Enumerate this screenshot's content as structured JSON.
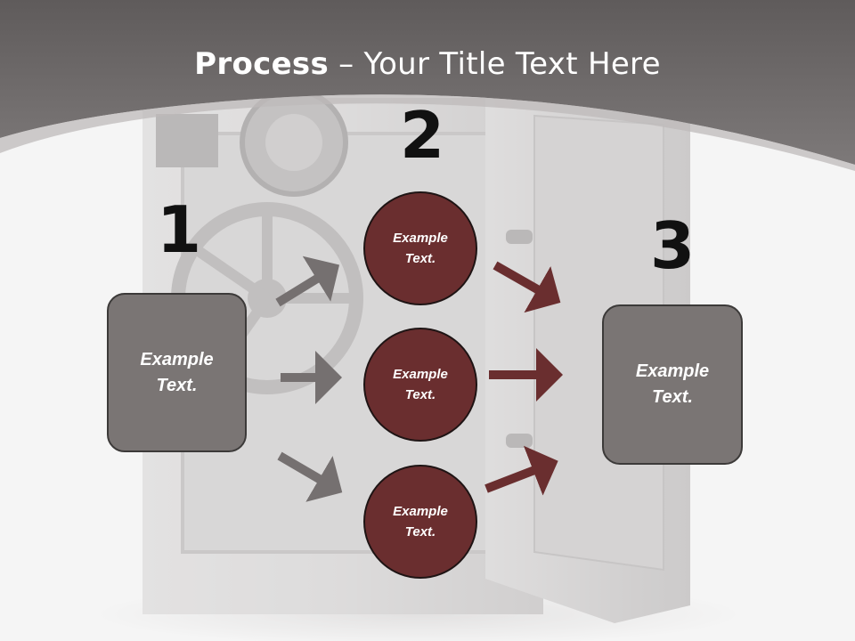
{
  "slide": {
    "title_bold": "Process",
    "title_rest": " – Your Title Text Here",
    "numbers": [
      "1",
      "2",
      "3"
    ],
    "left_box": {
      "line1": "Example",
      "line2": "Text."
    },
    "circles": [
      {
        "line1": "Example",
        "line2": "Text."
      },
      {
        "line1": "Example",
        "line2": "Text."
      },
      {
        "line1": "Example",
        "line2": "Text."
      }
    ],
    "right_box": {
      "line1": "Example",
      "line2": "Text."
    }
  },
  "colors": {
    "header": "#6f6b6b",
    "box_fill": "#7a7574",
    "circle_fill": "#6a2e2f",
    "gray_arrow": "#757070",
    "red_arrow": "#6a2e2f"
  },
  "icons": [
    "safe-background-image"
  ]
}
